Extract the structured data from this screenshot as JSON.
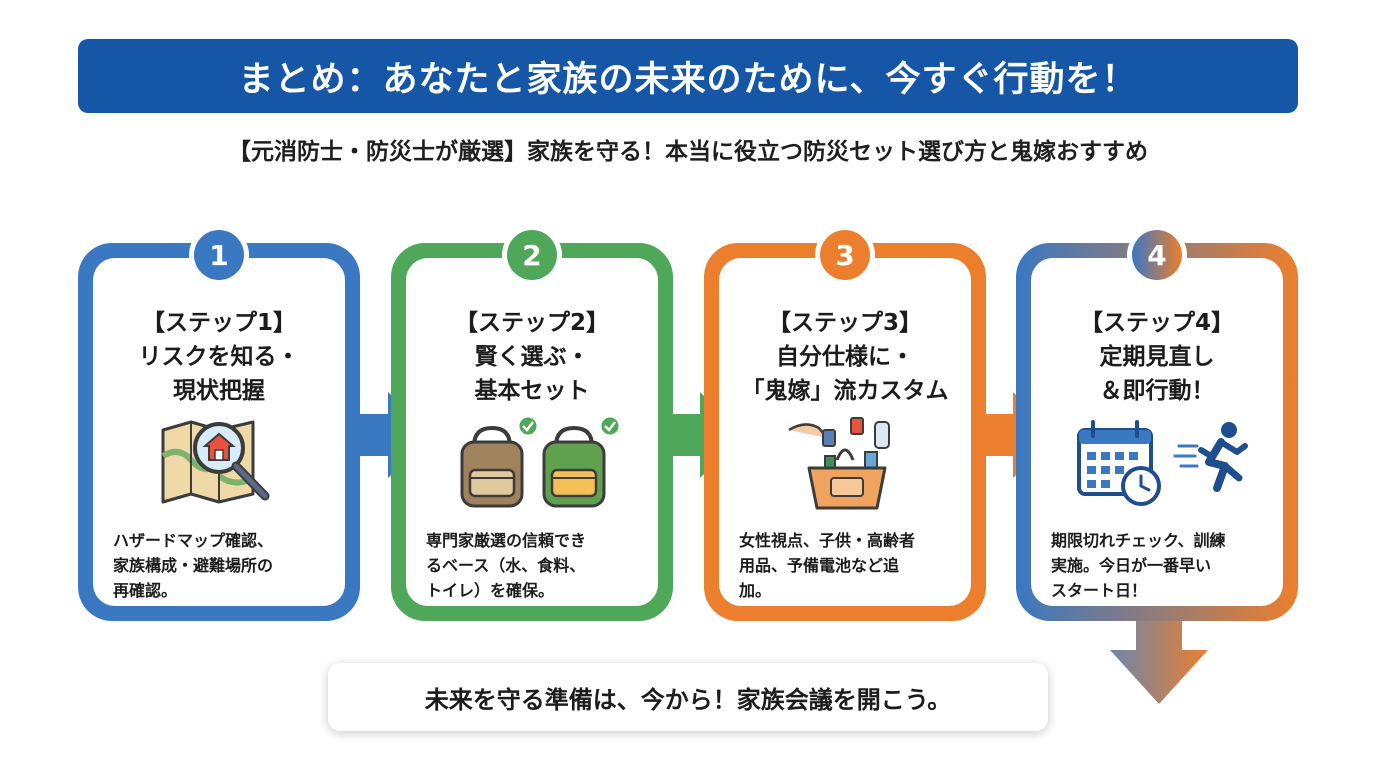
{
  "header": {
    "title": "まとめ：あなたと家族の未来のために、今すぐ行動を！",
    "subtitle": "【元消防士・防災士が厳選】家族を守る！本当に役立つ防災セット選び方と鬼嫁おすすめ"
  },
  "steps": [
    {
      "number": "1",
      "heading": [
        "【ステップ1】",
        "リスクを知る・",
        "現状把握"
      ],
      "description": [
        "ハザードマップ確認、",
        "家族構成・避難場所の",
        "再確認。"
      ],
      "icon": "map-magnifier-icon",
      "color": "#3a78c2"
    },
    {
      "number": "2",
      "heading": [
        "【ステップ2】",
        "賢く選ぶ・",
        "基本セット"
      ],
      "description": [
        "専門家厳選の信頼でき",
        "るベース（水、食料、",
        "トイレ）を確保。"
      ],
      "icon": "backpacks-check-icon",
      "color": "#4fa85a"
    },
    {
      "number": "3",
      "heading": [
        "【ステップ3】",
        "自分仕様に・",
        "「鬼嫁」流カスタム"
      ],
      "description": [
        "女性視点、子供・高齢者",
        "用品、予備電池など追",
        "加。"
      ],
      "icon": "custom-bag-icon",
      "color": "#ec7f2d"
    },
    {
      "number": "4",
      "heading": [
        "【ステップ4】",
        "定期見直し",
        "＆即行動！"
      ],
      "description": [
        "期限切れチェック、訓練",
        "実施。今日が一番早い",
        "スタート日！"
      ],
      "icon": "calendar-runner-icon",
      "color": "#ec7f2d",
      "color_start": "#3a78c2"
    }
  ],
  "cta": {
    "text": "未来を守る準備は、今から！家族会議を開こう。"
  },
  "colors": {
    "banner": "#1557a6",
    "blue": "#3a78c2",
    "green": "#4fa85a",
    "orange": "#ec7f2d"
  }
}
